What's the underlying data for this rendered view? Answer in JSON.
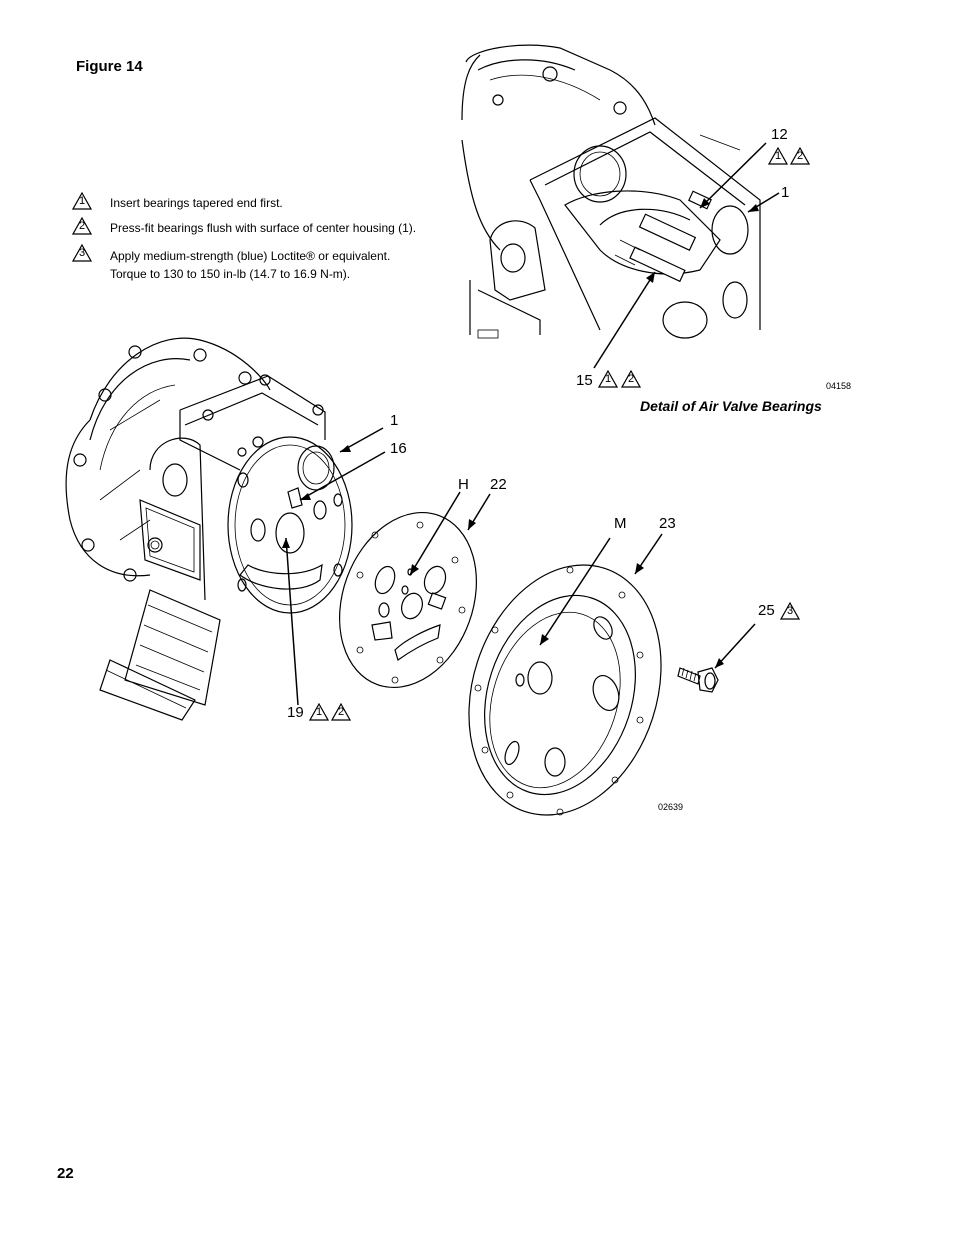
{
  "figure_title": "Figure 14",
  "notes": [
    {
      "num": "1",
      "text": "Insert bearings tapered end first."
    },
    {
      "num": "2",
      "text": "Press-fit bearings flush with surface of center housing (1)."
    },
    {
      "num": "3",
      "text": "Apply medium-strength (blue) Loctite® or equivalent.",
      "text2": "Torque to 130 to 150 in-lb (14.7 to 16.9 N-m)."
    }
  ],
  "detail": {
    "caption": "Detail of Air Valve Bearings",
    "ref": "04158",
    "callouts": {
      "c12": "12",
      "c1": "1",
      "c15": "15"
    }
  },
  "main": {
    "ref": "02639",
    "callouts": {
      "c1": "1",
      "c16": "16",
      "cH": "H",
      "c22": "22",
      "cM": "M",
      "c23": "23",
      "c25": "25",
      "c19": "19"
    }
  },
  "tri_labels": {
    "one": "1",
    "two": "2",
    "three": "3"
  },
  "page_number": "22"
}
